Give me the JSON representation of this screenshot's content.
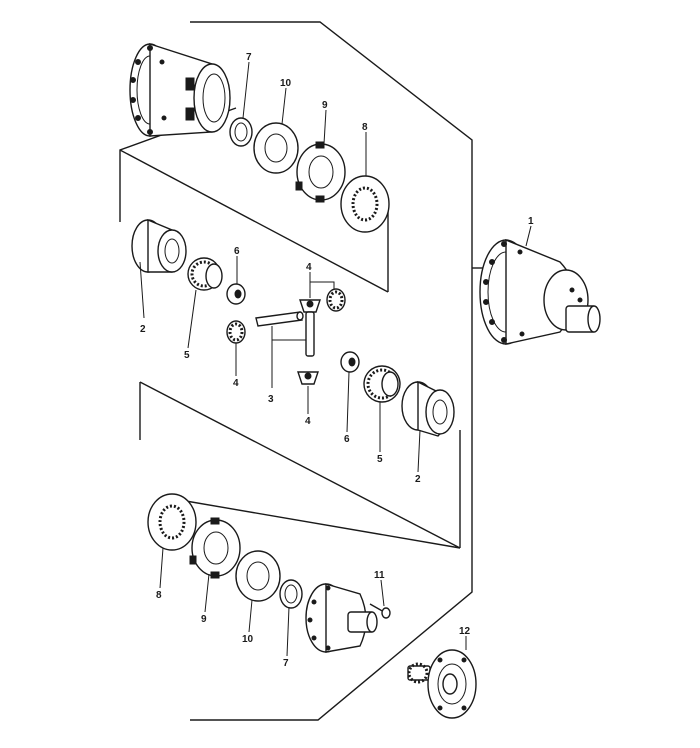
{
  "labels": {
    "p1": "1",
    "p2a": "2",
    "p2b": "2",
    "p3": "3",
    "p4a": "4",
    "p4b": "4",
    "p4c": "4",
    "p5a": "5",
    "p5b": "5",
    "p6a": "6",
    "p6b": "6",
    "p7a": "7",
    "p7b": "7",
    "p8a": "8",
    "p8b": "8",
    "p9a": "9",
    "p9b": "9",
    "p10a": "10",
    "p10b": "10",
    "p11": "11",
    "p12": "12"
  }
}
